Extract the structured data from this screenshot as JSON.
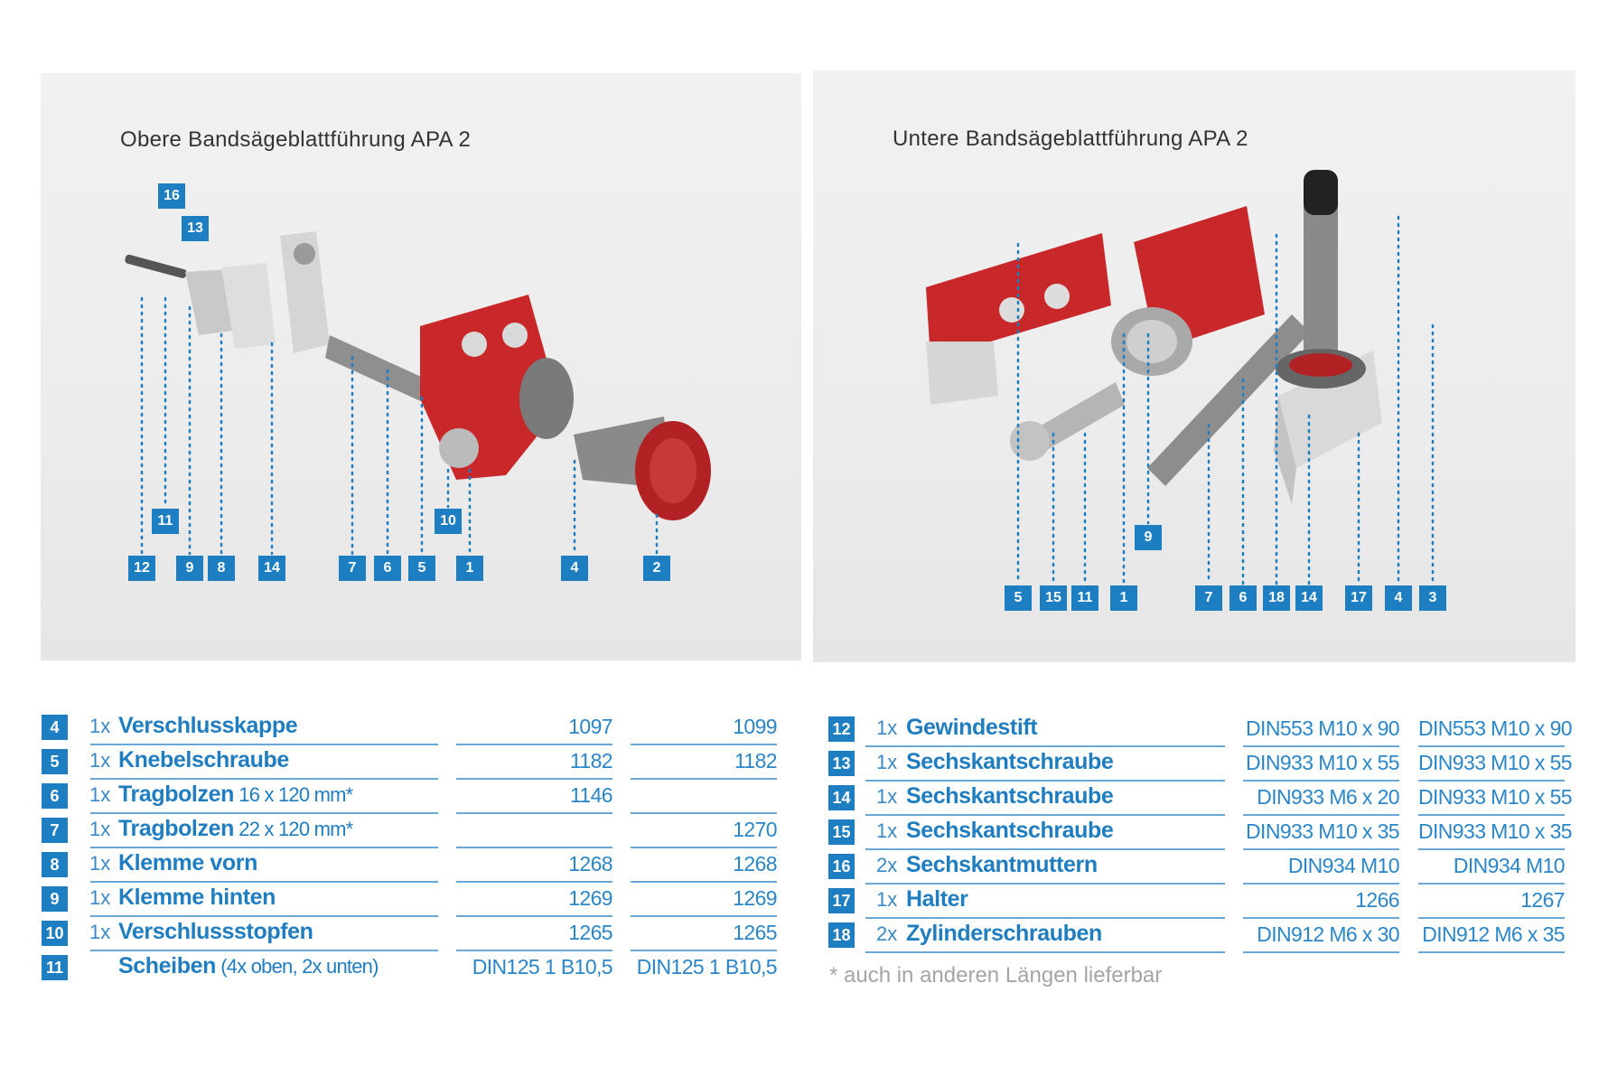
{
  "upper": {
    "title": "Obere Bandsägeblattführung APA 2",
    "callouts": [
      "16",
      "13",
      "11",
      "10",
      "12",
      "9",
      "8",
      "14",
      "7",
      "6",
      "5",
      "1",
      "4",
      "2"
    ]
  },
  "lower": {
    "title": "Untere Bandsägeblattführung APA 2",
    "callouts": [
      "9",
      "5",
      "15",
      "11",
      "1",
      "7",
      "6",
      "18",
      "14",
      "17",
      "4",
      "3"
    ]
  },
  "left_table": [
    {
      "num": "4",
      "qty": "1x",
      "name": "Verschlusskappe",
      "detail": "",
      "col1": "1097",
      "col2": "1099"
    },
    {
      "num": "5",
      "qty": "1x",
      "name": "Knebelschraube",
      "detail": "",
      "col1": "1182",
      "col2": "1182"
    },
    {
      "num": "6",
      "qty": "1x",
      "name": "Tragbolzen",
      "detail": " 16 x 120 mm*",
      "col1": "1146",
      "col2": ""
    },
    {
      "num": "7",
      "qty": "1x",
      "name": "Tragbolzen",
      "detail": " 22 x 120 mm*",
      "col1": "",
      "col2": "1270"
    },
    {
      "num": "8",
      "qty": "1x",
      "name": "Klemme vorn",
      "detail": "",
      "col1": "1268",
      "col2": "1268"
    },
    {
      "num": "9",
      "qty": "1x",
      "name": "Klemme hinten",
      "detail": "",
      "col1": "1269",
      "col2": "1269"
    },
    {
      "num": "10",
      "qty": "1x",
      "name": "Verschlussstopfen",
      "detail": "",
      "col1": "1265",
      "col2": "1265"
    },
    {
      "num": "11",
      "qty": "",
      "name": "Scheiben",
      "detail": " (4x oben, 2x unten)",
      "col1": "DIN125 1 B10,5",
      "col2": "DIN125 1 B10,5"
    }
  ],
  "right_table": [
    {
      "num": "12",
      "qty": "1x",
      "name": "Gewindestift",
      "detail": "",
      "col1": "DIN553 M10 x 90",
      "col2": "DIN553 M10 x 90"
    },
    {
      "num": "13",
      "qty": "1x",
      "name": "Sechskantschraube",
      "detail": "",
      "col1": "DIN933 M10 x 55",
      "col2": "DIN933 M10 x 55"
    },
    {
      "num": "14",
      "qty": "1x",
      "name": "Sechskantschraube",
      "detail": "",
      "col1": "DIN933 M6 x 20",
      "col2": "DIN933 M10 x 55"
    },
    {
      "num": "15",
      "qty": "1x",
      "name": "Sechskantschraube",
      "detail": "",
      "col1": "DIN933 M10 x 35",
      "col2": "DIN933 M10 x 35"
    },
    {
      "num": "16",
      "qty": "2x",
      "name": "Sechskantmuttern",
      "detail": "",
      "col1": "DIN934 M10",
      "col2": "DIN934 M10"
    },
    {
      "num": "17",
      "qty": "1x",
      "name": "Halter",
      "detail": "",
      "col1": "1266",
      "col2": "1267"
    },
    {
      "num": "18",
      "qty": "2x",
      "name": "Zylinderschrauben",
      "detail": "",
      "col1": "DIN912 M6 x 30",
      "col2": "DIN912 M6 x 35"
    }
  ],
  "footnote": "* auch in anderen Längen lieferbar",
  "colors": {
    "accent": "#1d7ec2",
    "part_red": "#c8282a"
  }
}
